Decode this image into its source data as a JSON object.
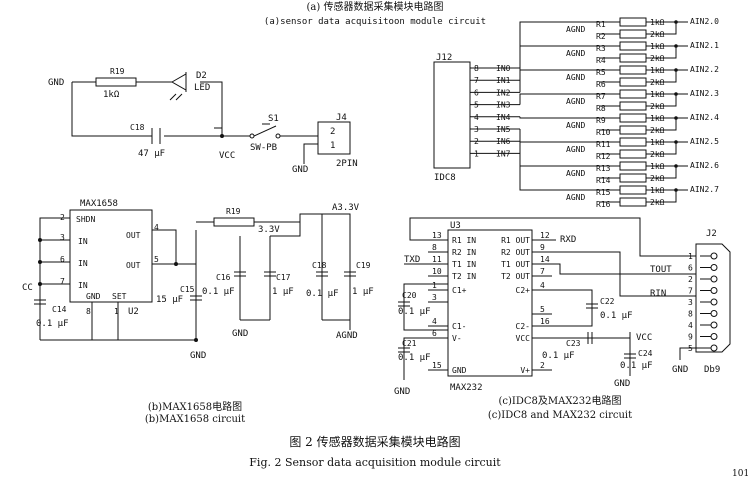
{
  "captions": {
    "a_zh": "(a) 传感器数据采集模块电路图",
    "a_en": "(a)sensor data acquisitoon module circuit",
    "b_zh": "(b)MAX1658电路图",
    "b_en": "(b)MAX1658 circuit",
    "c_zh": "(c)IDC8及MAX232电路图",
    "c_en": "(c)IDC8 and MAX232 circuit",
    "fig_zh": "图 2   传感器数据采集模块电路图",
    "fig_en": "Fig. 2    Sensor data acquisition module circuit",
    "page_num": "101"
  },
  "circuit_a": {
    "gnd": "GND",
    "r_label": "R19",
    "r_value": "1kΩ",
    "led_ref": "D2",
    "led_val": "LED",
    "c_label": "C18",
    "c_value": "47 μF",
    "vcc": "VCC",
    "switch_ref": "S1",
    "switch_val": "SW-PB",
    "conn_ref": "J4",
    "conn_val": "2PIN",
    "conn_pin1": "1",
    "conn_pin2": "2",
    "gnd2": "GND"
  },
  "idc8": {
    "ref": "J12",
    "val": "IDC8",
    "pins": [
      {
        "num": "8",
        "name": "IN0"
      },
      {
        "num": "7",
        "name": "IN1"
      },
      {
        "num": "6",
        "name": "IN2"
      },
      {
        "num": "5",
        "name": "IN3"
      },
      {
        "num": "4",
        "name": "IN4"
      },
      {
        "num": "3",
        "name": "IN5"
      },
      {
        "num": "2",
        "name": "IN6"
      },
      {
        "num": "1",
        "name": "IN7"
      }
    ],
    "agnd": "AGND",
    "dividers": [
      {
        "r_top": "R1",
        "r_bot": "R2",
        "v_top": "1kΩ",
        "v_bot": "2kΩ",
        "out": "AIN2.0"
      },
      {
        "r_top": "R3",
        "r_bot": "R4",
        "v_top": "1kΩ",
        "v_bot": "2kΩ",
        "out": "AIN2.1"
      },
      {
        "r_top": "R5",
        "r_bot": "R6",
        "v_top": "1kΩ",
        "v_bot": "2kΩ",
        "out": "AIN2.2"
      },
      {
        "r_top": "R7",
        "r_bot": "R8",
        "v_top": "1kΩ",
        "v_bot": "2kΩ",
        "out": "AIN2.3"
      },
      {
        "r_top": "R9",
        "r_bot": "R10",
        "v_top": "1kΩ",
        "v_bot": "2kΩ",
        "out": "AIN2.4"
      },
      {
        "r_top": "R11",
        "r_bot": "R12",
        "v_top": "1kΩ",
        "v_bot": "2kΩ",
        "out": "AIN2.5"
      },
      {
        "r_top": "R13",
        "r_bot": "R14",
        "v_top": "1kΩ",
        "v_bot": "2kΩ",
        "out": "AIN2.6"
      },
      {
        "r_top": "R15",
        "r_bot": "R16",
        "v_top": "1kΩ",
        "v_bot": "2kΩ",
        "out": "AIN2.7"
      }
    ]
  },
  "max1658": {
    "ref": "U2",
    "val": "MAX1658",
    "pins_left": [
      {
        "num": "2",
        "name": "SHDN"
      },
      {
        "num": "3",
        "name": "IN"
      },
      {
        "num": "6",
        "name": "IN"
      },
      {
        "num": "7",
        "name": "IN"
      }
    ],
    "pins_right": [
      {
        "num": "4",
        "name": "OUT"
      },
      {
        "num": "5",
        "name": "OUT"
      }
    ],
    "pin_gnd": {
      "num": "8",
      "name": "GND"
    },
    "pin_set": {
      "num": "1",
      "name": "SET"
    },
    "cc": "CC",
    "c14": {
      "label": "C14",
      "value": "0.1 μF"
    },
    "c15": {
      "label": "C15",
      "value": "15 μF"
    },
    "c16": {
      "label": "C16",
      "value": "0.1 μF"
    },
    "c17": {
      "label": "C17",
      "value": "1 μF"
    },
    "c18": {
      "label": "C18",
      "value": "0.1 μF"
    },
    "c19": {
      "label": "C19",
      "value": "1 μF"
    },
    "r_label": "R19",
    "v33": "3.3V",
    "a33": "A3.3V",
    "gnd": "GND",
    "agnd": "AGND"
  },
  "max232": {
    "ref": "U3",
    "val": "MAX232",
    "left_pins": [
      {
        "num": "13",
        "name": "R1 IN"
      },
      {
        "num": "8",
        "name": "R2 IN"
      },
      {
        "num": "11",
        "name": "T1 IN"
      },
      {
        "num": "10",
        "name": "T2 IN"
      },
      {
        "num": "1",
        "name": "C1+"
      },
      {
        "num": "3",
        "name": ""
      },
      {
        "num": "4",
        "name": "C1-"
      },
      {
        "num": "6",
        "name": "V-"
      },
      {
        "num": "15",
        "name": "GND"
      }
    ],
    "right_pins": [
      {
        "num": "12",
        "name": "R1 OUT"
      },
      {
        "num": "9",
        "name": "R2 OUT"
      },
      {
        "num": "14",
        "name": "T1 OUT"
      },
      {
        "num": "7",
        "name": "T2 OUT"
      },
      {
        "num": "4",
        "name": "C2+"
      },
      {
        "num": "5",
        "name": ""
      },
      {
        "num": "16",
        "name": "C2-"
      },
      {
        "num": "",
        "name": "VCC"
      },
      {
        "num": "2",
        "name": "V+"
      }
    ],
    "rxd": "RXD",
    "txd": "TXD",
    "c20": {
      "label": "C20",
      "value": "0.1 μF"
    },
    "c21": {
      "label": "C21",
      "value": "0.1 μF"
    },
    "c22": {
      "label": "C22",
      "value": "0.1 μF"
    },
    "c23": {
      "label": "C23",
      "value": "0.1 μF"
    },
    "c24": {
      "label": "C24",
      "value": "0.1 μF"
    },
    "vcc": "VCC",
    "gnd": "GND",
    "tout": "TOUT",
    "rin": "RIN"
  },
  "db9": {
    "ref": "J2",
    "val": "Db9",
    "pins": [
      "1",
      "6",
      "2",
      "7",
      "3",
      "8",
      "4",
      "9",
      "5"
    ],
    "gnd": "GND"
  }
}
